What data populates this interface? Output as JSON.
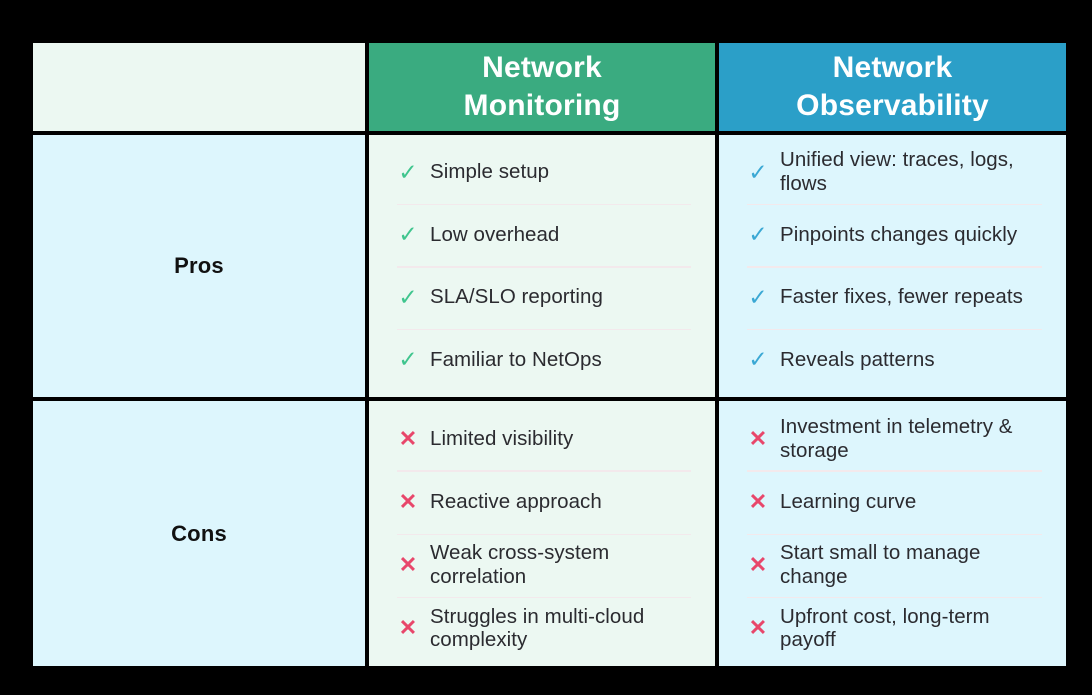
{
  "table": {
    "colors": {
      "page_background": "#000000",
      "header_green": "#3aab80",
      "header_blue": "#2b9fc8",
      "cell_green": "#ecf8f2",
      "cell_blue": "#ddf6fd",
      "check_green": "#3fc58e",
      "check_blue": "#3aa8d4",
      "cross_red": "#e8476b",
      "separator": "#f3e9ec",
      "border": "#000000",
      "text": "#2b2b30",
      "header_text": "#ffffff"
    },
    "header": {
      "corner_label": "",
      "columns": [
        {
          "label": "Network\nMonitoring",
          "accent": "#3aab80"
        },
        {
          "label": "Network\nObservability",
          "accent": "#2b9fc8"
        }
      ]
    },
    "rows": [
      {
        "label": "Pros",
        "monitoring": {
          "icon": "check-icon",
          "items": [
            "Simple setup",
            "Low overhead",
            "SLA/SLO reporting",
            "Familiar to NetOps"
          ]
        },
        "observability": {
          "icon": "check-icon",
          "items": [
            "Unified view: traces, logs, flows",
            "Pinpoints changes quickly",
            "Faster fixes, fewer repeats",
            "Reveals patterns"
          ]
        }
      },
      {
        "label": "Cons",
        "monitoring": {
          "icon": "cross-icon",
          "items": [
            "Limited visibility",
            "Reactive approach",
            "Weak cross-system correlation",
            "Struggles in multi-cloud complexity"
          ]
        },
        "observability": {
          "icon": "cross-icon",
          "items": [
            "Investment in telemetry & storage",
            "Learning curve",
            "Start small to manage change",
            "Upfront cost, long-term payoff"
          ]
        }
      }
    ],
    "glyphs": {
      "check": "✓",
      "cross": "✕"
    }
  }
}
